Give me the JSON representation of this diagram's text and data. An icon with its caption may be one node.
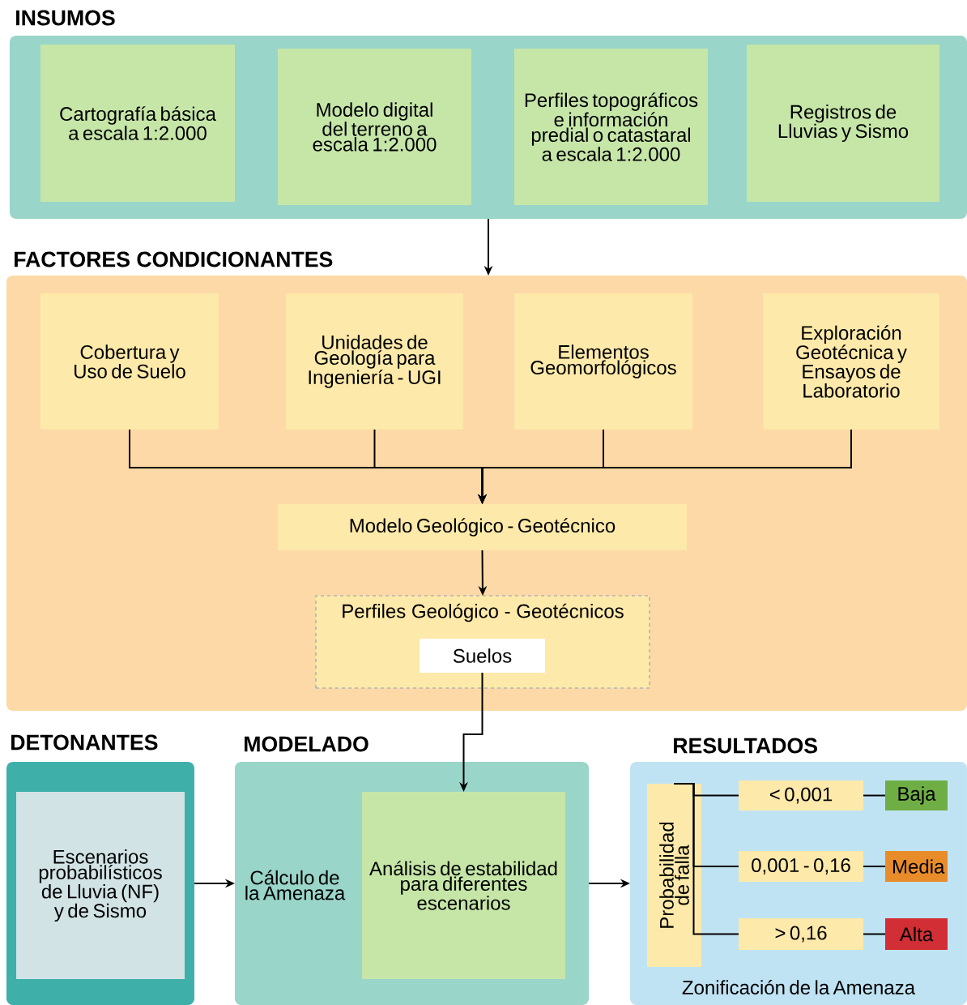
{
  "diagram": {
    "nodes": [
      {
        "text": [
          "INSUMOS"
        ]
      },
      {
        "text": [
          "Cartografía básica a escala 1:2.000"
        ],
        "in": 0
      },
      {
        "text": [
          "Modelo digital del terreno a escala 1:2.000"
        ],
        "in": 0
      },
      {
        "text": [
          "Perfiles topográficos e información predial o catastaral a escala 1:2.000"
        ],
        "in": 0
      },
      {
        "text": [
          "Registros de Lluvias y Sismo"
        ],
        "in": 0
      },
      {
        "text": [
          "FACTORES CONDICIONANTES"
        ]
      },
      {
        "text": [
          "Cobertura y Uso de Suelo"
        ],
        "in": 5
      },
      {
        "text": [
          "Unidades de Geología para Ingeniería - UGI"
        ],
        "in": 5
      },
      {
        "text": [
          "Elementos Geomorfológicos"
        ],
        "in": 5
      },
      {
        "text": [
          "Exploración Geotécnica y Ensayos de Laboratorio"
        ],
        "in": 5
      },
      {
        "text": [
          "Modelo Geológico - Geotécnico"
        ],
        "in": 5
      },
      {
        "text": [
          "Perfiles Geológico - Geotécnicos"
        ],
        "in": 5
      },
      {
        "text": [
          "Suelos"
        ],
        "in": 11
      },
      {
        "text": [
          "DETONANTES"
        ]
      },
      {
        "text": [
          "Escenarios probabilísticos de Lluvia (NF) y de Sismo"
        ],
        "in": 13
      },
      {
        "text": [
          "MODELADO",
          "Cálculo de la Amenaza"
        ]
      },
      {
        "text": [
          "Análisis de estabilidad para diferentes escenarios"
        ],
        "in": 15
      },
      {
        "text": [
          "RESULTADOS",
          "Zonificación de la Amenaza"
        ]
      },
      {
        "text": [
          "Probabilidad de falla"
        ],
        "in": 17
      },
      {
        "text": [
          "< 0,001"
        ],
        "in": 17
      },
      {
        "text": [
          "0,001 - 0,16"
        ],
        "in": 17
      },
      {
        "text": [
          "> 0,16"
        ],
        "in": 17
      },
      {
        "text": [
          "Baja"
        ],
        "in": 17
      },
      {
        "text": [
          "Media"
        ],
        "in": 17
      },
      {
        "text": [
          "Alta"
        ],
        "in": 17
      }
    ],
    "edges": [
      {
        "from": 0,
        "to": 5,
        "arrow": "to"
      },
      {
        "from": 6,
        "to": 10,
        "arrow": "to"
      },
      {
        "from": 7,
        "to": 10,
        "arrow": "to"
      },
      {
        "from": 8,
        "to": 10,
        "arrow": "to"
      },
      {
        "from": 9,
        "to": 10,
        "arrow": "to"
      },
      {
        "from": 10,
        "to": 11,
        "arrow": "to"
      },
      {
        "from": 12,
        "to": 16,
        "arrow": "to"
      },
      {
        "from": 13,
        "to": 15,
        "arrow": "to"
      },
      {
        "from": 15,
        "to": 17,
        "arrow": "to"
      },
      {
        "from": 18,
        "to": 19,
        "arrow": "none"
      },
      {
        "from": 18,
        "to": 20,
        "arrow": "none"
      },
      {
        "from": 18,
        "to": 21,
        "arrow": "none"
      },
      {
        "from": 19,
        "to": 22,
        "arrow": "none"
      },
      {
        "from": 20,
        "to": 23,
        "arrow": "none"
      },
      {
        "from": 21,
        "to": 24,
        "arrow": "none"
      }
    ]
  }
}
